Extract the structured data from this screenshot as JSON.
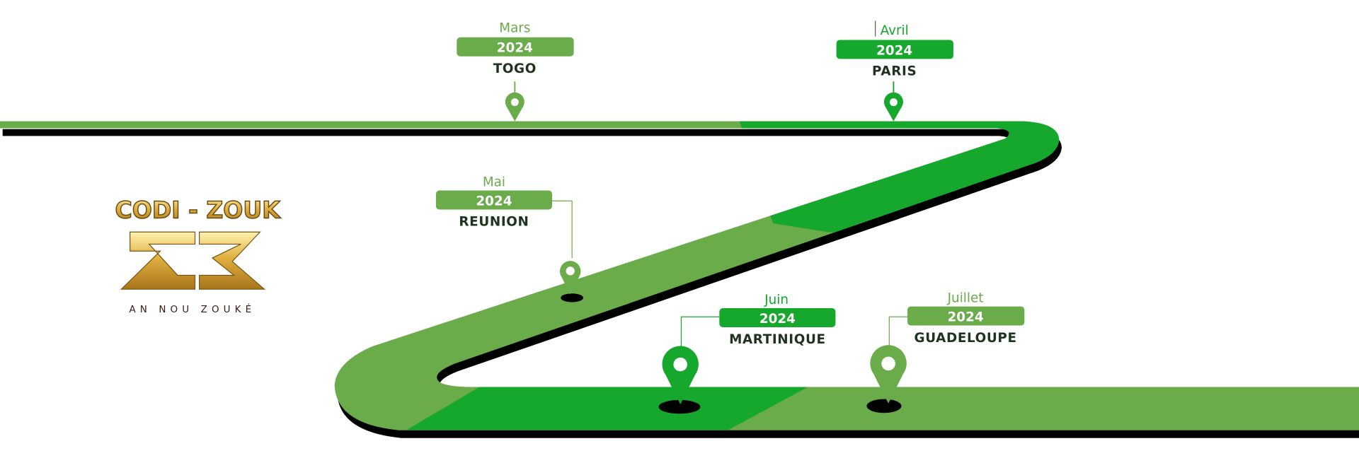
{
  "logo": {
    "title": "CODI - ZOUK",
    "monogram": "CZ",
    "tagline": "AN NOU ZOUKÉ"
  },
  "colors": {
    "light_green": "#6aab4a",
    "bright_green": "#16a82c",
    "shadow": "#000000",
    "place_text": "#1e3320"
  },
  "events": [
    {
      "month": "Mars",
      "year": "2024",
      "place": "TOGO",
      "color": "light"
    },
    {
      "month": "Avril",
      "year": "2024",
      "place": "PARIS",
      "color": "bright"
    },
    {
      "month": "Mai",
      "year": "2024",
      "place": "REUNION",
      "color": "light"
    },
    {
      "month": "Juin",
      "year": "2024",
      "place": "MARTINIQUE",
      "color": "bright"
    },
    {
      "month": "Juillet",
      "year": "2024",
      "place": "GUADELOUPE",
      "color": "light"
    }
  ]
}
